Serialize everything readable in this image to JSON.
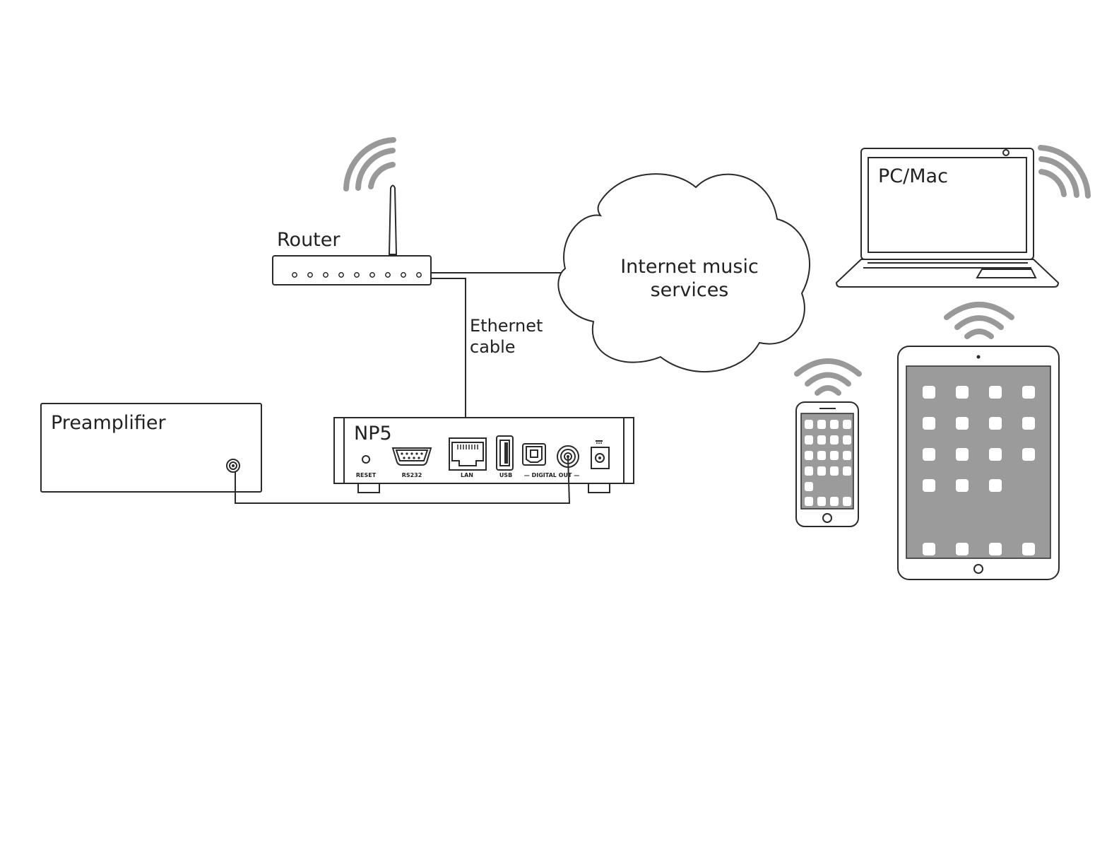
{
  "labels": {
    "router": "Router",
    "ethernet_line1": "Ethernet",
    "ethernet_line2": "cable",
    "cloud_line1": "Internet music",
    "cloud_line2": "services",
    "pc_mac": "PC/Mac",
    "preamplifier": "Preamplifier",
    "np5": "NP5"
  },
  "ports": {
    "reset": "RESET",
    "rs232": "RS232",
    "lan": "LAN",
    "usb": "USB",
    "digital_out": "— DIGITAL OUT —"
  },
  "colors": {
    "line": "#2a2a2a",
    "wifi_wave": "#999999",
    "screen": "#9b9b9b",
    "app_icon": "#ffffff"
  },
  "icons": [
    "wifi-icon",
    "router-icon",
    "cloud-icon",
    "laptop-icon",
    "phone-icon",
    "tablet-icon"
  ]
}
